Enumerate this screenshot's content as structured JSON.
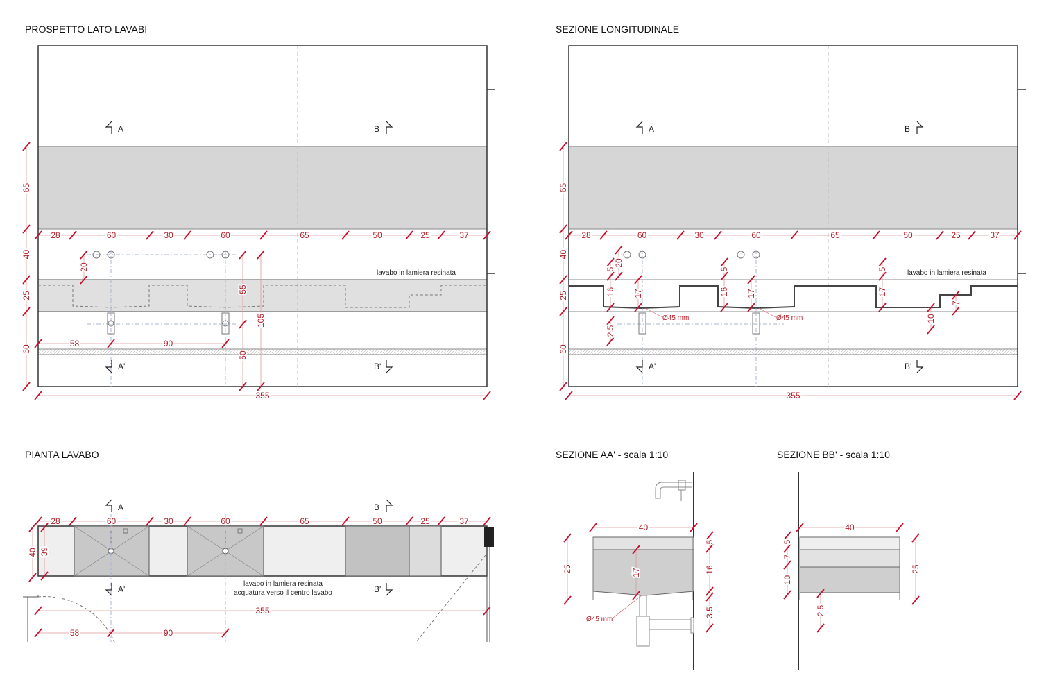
{
  "titles": {
    "prospetto": "PROSPETTO LATO LAVABI",
    "sezione_long": "SEZIONE LONGITUDINALE",
    "pianta": "PIANTA LAVABO",
    "sezione_aa": "SEZIONE AA' - scala 1:10",
    "sezione_bb": "SEZIONE BB' - scala 1:10"
  },
  "markers": {
    "a": "A",
    "b": "B",
    "a2": "A'",
    "b2": "B'"
  },
  "prospetto": {
    "top_chain": [
      "28",
      "60",
      "30",
      "60",
      "65",
      "50",
      "25",
      "37"
    ],
    "left_chain": [
      "65",
      "40",
      "25",
      "60"
    ],
    "d20": "20",
    "d55": "55",
    "d50": "50",
    "d105": "105",
    "bottom_chain": [
      "58",
      "90"
    ],
    "total": "355",
    "note": "lavabo in lamiera resinata"
  },
  "sezione_long": {
    "top_chain": [
      "28",
      "60",
      "30",
      "60",
      "65",
      "50",
      "25",
      "37"
    ],
    "left_chain": [
      "65",
      "40",
      "25",
      "60"
    ],
    "total": "355",
    "note": "lavabo in lamiera resinata",
    "drain_1": "Ø45 mm",
    "drain_2": "Ø45 mm",
    "s1": [
      "5",
      "16"
    ],
    "s1b": "2.5",
    "s2": "20",
    "s3": "17",
    "s4": [
      "5",
      "16"
    ],
    "s5": "17",
    "s6": [
      "5",
      "17"
    ],
    "s7": "10",
    "s8": "7"
  },
  "pianta": {
    "top_chain": [
      "28",
      "60",
      "30",
      "60",
      "65",
      "50",
      "25",
      "37"
    ],
    "d40": "40",
    "d39": "39",
    "total": "355",
    "bottom_chain": [
      "58",
      "90"
    ],
    "note_1": "lavabo in lamiera resinata",
    "note_2": "acquatura verso il centro lavabo"
  },
  "sezione_aa": {
    "width": "40",
    "height": "25",
    "basin_depth": "17",
    "right_chain": [
      "5",
      "16"
    ],
    "bottom_gap": "3.5",
    "drain": "Ø45 mm"
  },
  "sezione_bb": {
    "width": "40",
    "height": "25",
    "left_chain": [
      "5",
      "7",
      "10"
    ],
    "bottom_gap": "2.5"
  },
  "colors": {
    "dimension": "#b3202a",
    "fill_band": "#d6d6d6",
    "basin": "#e0e0e0"
  }
}
